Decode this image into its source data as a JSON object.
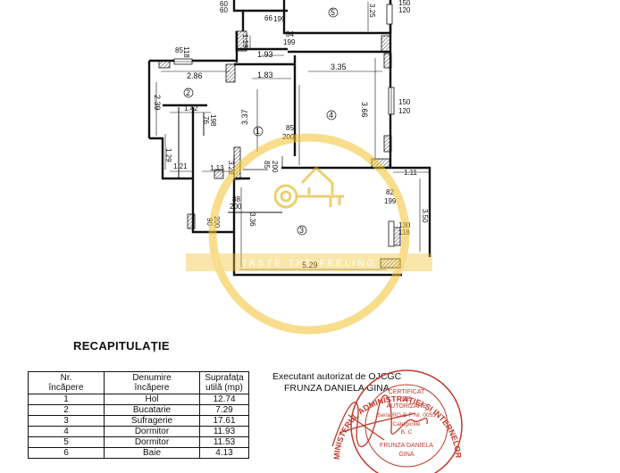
{
  "plan": {
    "dimensions": {
      "d60a": "60",
      "d60b": "60",
      "d66": "66",
      "d199a": "199",
      "d84": "84",
      "d199b": "199",
      "d325": "3.25",
      "d150a": "150",
      "d120a": "120",
      "d119": "1.19",
      "d85a": "85",
      "d118a": "118",
      "d193": "1.93",
      "d335": "3.35",
      "d286": "2.86",
      "d183": "1.83",
      "d239": "2.39",
      "d142": "1.42",
      "d76": "76",
      "d198": "198",
      "d337": "3.37",
      "d366": "3.66",
      "d150b": "150",
      "d120b": "120",
      "d85b": "85",
      "d200a": "200",
      "d129": "1.29",
      "d121": "1.21",
      "d113": "1.13",
      "d328": "3.28",
      "d85c": "85",
      "d200b": "200",
      "d111": "1.11",
      "d82": "82",
      "d199c": "199",
      "d88": "88",
      "d200c": "200",
      "d336": "3.36",
      "d130": "130",
      "d118b": "118",
      "d350": "3.50",
      "d90": "90",
      "d200d": "200",
      "d529": "5.29"
    },
    "rooms": {
      "r1": "1",
      "r2": "2",
      "r3": "3",
      "r4": "4",
      "r5": "5"
    }
  },
  "watermark": {
    "text": "TASTE THE FEELING",
    "color": "#f2c230"
  },
  "recap": {
    "title": "RECAPITULAȚIE",
    "headers": {
      "nr_line1": "Nr.",
      "nr_line2": "încăpere",
      "den_line1": "Denumire",
      "den_line2": "încăpere",
      "sup_line1": "Suprafața",
      "sup_line2": "utilă (mp)"
    },
    "rows": [
      {
        "nr": "1",
        "name": "Hol",
        "area": "12.74"
      },
      {
        "nr": "2",
        "name": "Bucatarie",
        "area": "7.29"
      },
      {
        "nr": "3",
        "name": "Sufragerie",
        "area": "17.61"
      },
      {
        "nr": "4",
        "name": "Dormitor",
        "area": "11.93"
      },
      {
        "nr": "5",
        "name": "Dormitor",
        "area": "11.53"
      },
      {
        "nr": "6",
        "name": "Baie",
        "area": "4.13"
      }
    ]
  },
  "executant": {
    "line1": "Executant autorizat de OJCGC",
    "line2": "FRUNZA DANIELA GINA"
  },
  "stamp": {
    "arc_text": "MINISTERUL ADMINISTRAȚIEI ȘI INTERNELOR",
    "line1": "CERTIFICAT",
    "line2": "DE",
    "line3": "AUTORIZARE",
    "line4": "Seria RO-B-F Nr. 0053",
    "line5": "Categoriile",
    "line6": "B, C",
    "line7": "FRUNZA DANIELA",
    "line8": "GINA",
    "color": "#c0392b"
  }
}
